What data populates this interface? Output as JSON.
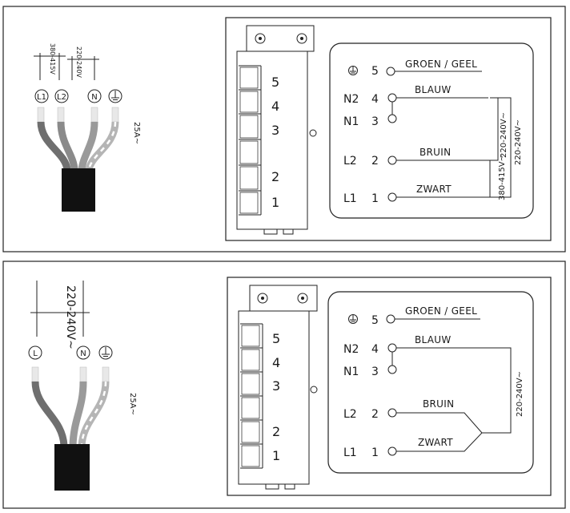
{
  "top": {
    "voltage_a": "380-415V",
    "voltage_b": "220-240V",
    "current": "25A~",
    "wire_labels": {
      "l1": "L1",
      "l2": "L2",
      "n": "N"
    },
    "block_numbers": [
      "5",
      "4",
      "3",
      "2",
      "1"
    ],
    "terminals": [
      {
        "term": "",
        "num": "5",
        "color": "GROEN / GEEL"
      },
      {
        "term": "N2",
        "num": "4",
        "color": "BLAUW"
      },
      {
        "term": "N1",
        "num": "3",
        "color": ""
      },
      {
        "term": "L2",
        "num": "2",
        "color": "BRUIN"
      },
      {
        "term": "L1",
        "num": "1",
        "color": "ZWART"
      }
    ],
    "bracket_labels": {
      "inner": "220-240V~",
      "outer": "220-240V~",
      "bottom": "380-415V~"
    }
  },
  "bottom": {
    "voltage": "220-240V~",
    "current": "25A~",
    "wire_labels": {
      "l": "L",
      "n": "N"
    },
    "block_numbers": [
      "5",
      "4",
      "3",
      "2",
      "1"
    ],
    "terminals": [
      {
        "term": "",
        "num": "5",
        "color": "GROEN / GEEL"
      },
      {
        "term": "N2",
        "num": "4",
        "color": "BLAUW"
      },
      {
        "term": "N1",
        "num": "3",
        "color": ""
      },
      {
        "term": "L2",
        "num": "2",
        "color": "BRUIN"
      },
      {
        "term": "L1",
        "num": "1",
        "color": "ZWART"
      }
    ],
    "bracket_label": "220-240V~"
  }
}
